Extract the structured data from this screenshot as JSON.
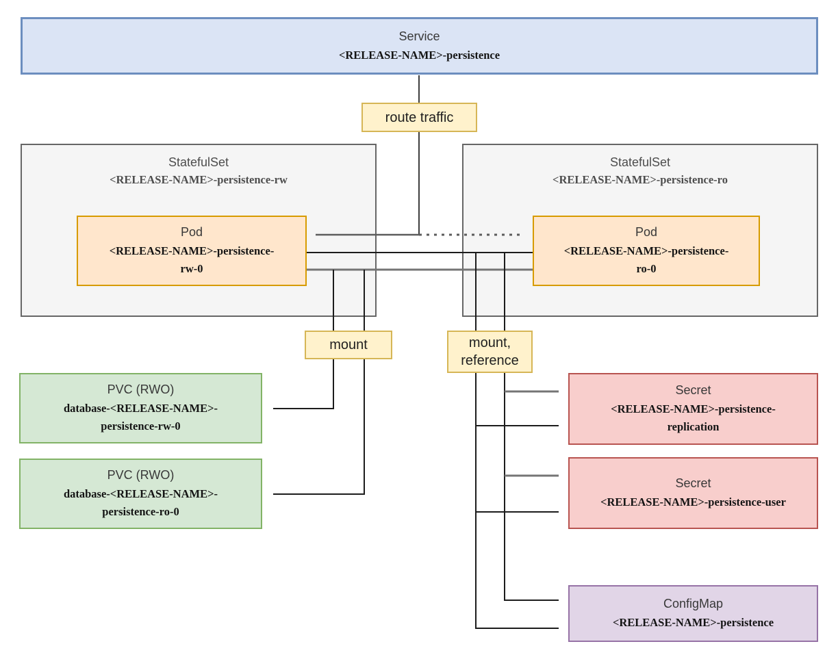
{
  "diagram": {
    "nodes": {
      "service": {
        "title": "Service",
        "subtitle": "<RELEASE-NAME>-persistence"
      },
      "statefulset_rw": {
        "title": "StatefulSet",
        "subtitle": "<RELEASE-NAME>-persistence-rw"
      },
      "statefulset_ro": {
        "title": "StatefulSet",
        "subtitle": "<RELEASE-NAME>-persistence-ro"
      },
      "pod_rw": {
        "title": "Pod",
        "subtitle": "<RELEASE-NAME>-persistence-\nrw-0"
      },
      "pod_ro": {
        "title": "Pod",
        "subtitle": "<RELEASE-NAME>-persistence-\nro-0"
      },
      "pvc_rw": {
        "title": "PVC (RWO)",
        "subtitle": "database-<RELEASE-NAME>-\npersistence-rw-0"
      },
      "pvc_ro": {
        "title": "PVC (RWO)",
        "subtitle": "database-<RELEASE-NAME>-\npersistence-ro-0"
      },
      "secret_replication": {
        "title": "Secret",
        "subtitle": "<RELEASE-NAME>-persistence-\nreplication"
      },
      "secret_user": {
        "title": "Secret",
        "subtitle": "<RELEASE-NAME>-persistence-user"
      },
      "configmap": {
        "title": "ConfigMap",
        "subtitle": "<RELEASE-NAME>-persistence"
      }
    },
    "edge_labels": {
      "route_traffic": "route traffic",
      "mount": "mount",
      "mount_reference": "mount,\nreference"
    },
    "edges": [
      {
        "from": "Service",
        "to": "Pod rw-0",
        "style": "solid",
        "label": "route traffic"
      },
      {
        "from": "Service",
        "to": "Pod ro-0",
        "style": "dashed",
        "label": "route traffic"
      },
      {
        "from": "Pod rw-0",
        "to": "PVC rw-0",
        "style": "solid",
        "label": "mount"
      },
      {
        "from": "Pod ro-0",
        "to": "PVC ro-0",
        "style": "solid",
        "label": "mount"
      },
      {
        "from": "Pods",
        "to": "Secret replication",
        "style": "solid",
        "label": "mount, reference",
        "arrows": 2
      },
      {
        "from": "Pods",
        "to": "Secret user",
        "style": "solid",
        "label": "mount, reference",
        "arrows": 2
      },
      {
        "from": "Pods",
        "to": "ConfigMap",
        "style": "solid",
        "label": "mount, reference",
        "arrows": 2
      }
    ],
    "palette": {
      "service_fill": "#dbe4f5",
      "service_border": "#6c8ebf",
      "statefulset_fill": "#f5f5f5",
      "statefulset_border": "#666666",
      "pod_fill": "#ffe6cc",
      "pod_border": "#d79b00",
      "pvc_fill": "#d5e8d4",
      "pvc_border": "#82b366",
      "secret_fill": "#f8cecc",
      "secret_border": "#b85450",
      "configmap_fill": "#e1d5e7",
      "configmap_border": "#9673a6",
      "label_fill": "#fff2cc",
      "label_border": "#d6b656",
      "wire_dark": "#1c1c1c",
      "wire_grey": "#757575"
    }
  }
}
